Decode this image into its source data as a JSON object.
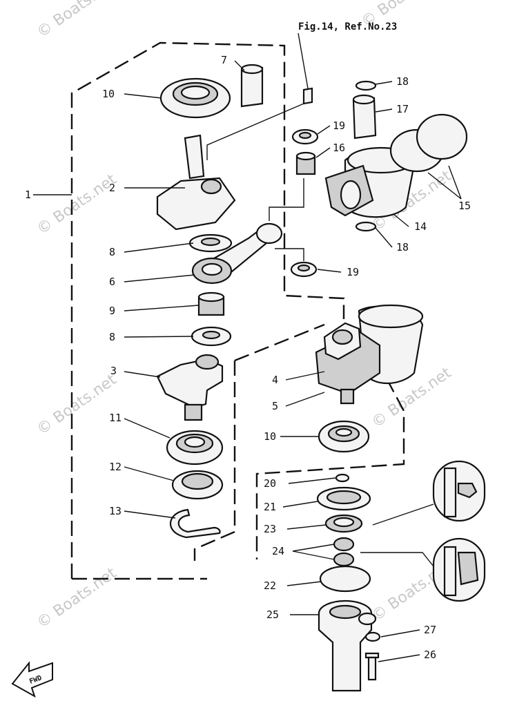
{
  "reference_note": "Fig.14, Ref.No.23",
  "watermark": "© Boats.net",
  "fwd_label": "FWD",
  "callouts": {
    "c1": "1",
    "c2": "2",
    "c3": "3",
    "c4": "4",
    "c5": "5",
    "c6": "6",
    "c7": "7",
    "c8a": "8",
    "c8b": "8",
    "c9": "9",
    "c10a": "10",
    "c10b": "10",
    "c11": "11",
    "c12": "12",
    "c13": "13",
    "c14": "14",
    "c15": "15",
    "c16": "16",
    "c17": "17",
    "c18a": "18",
    "c18b": "18",
    "c19a": "19",
    "c19b": "19",
    "c20": "20",
    "c21": "21",
    "c22": "22",
    "c23": "23",
    "c24": "24",
    "c25": "25",
    "c26": "26",
    "c27": "27"
  },
  "colors": {
    "ink": "#111111",
    "watermark": "#c8c8c8",
    "background": "#ffffff"
  }
}
